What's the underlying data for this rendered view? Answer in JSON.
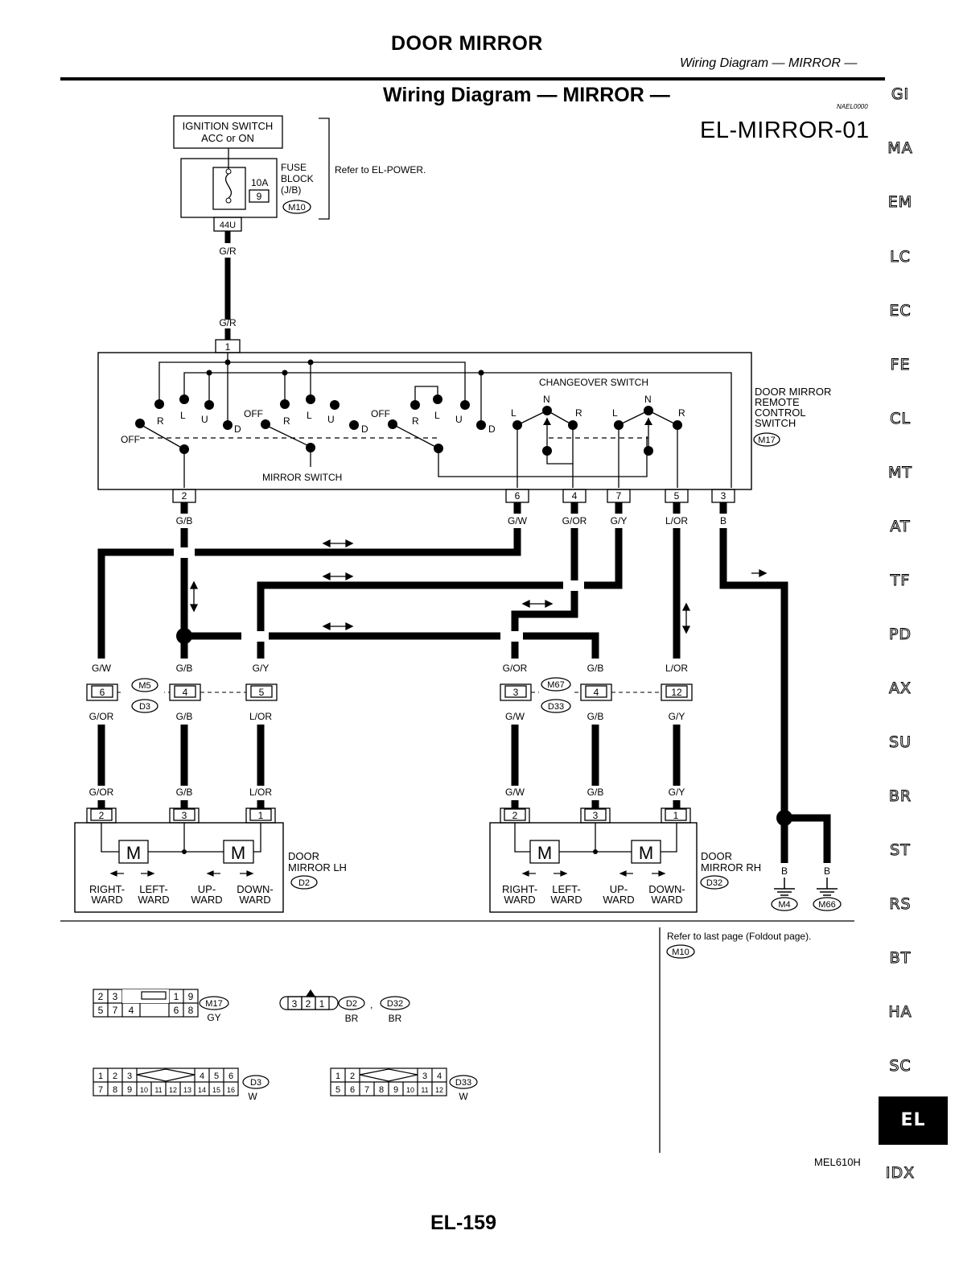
{
  "header": {
    "section_title": "DOOR MIRROR",
    "running_title": "Wiring Diagram — MIRROR —",
    "main_title": "Wiring Diagram — MIRROR —",
    "ref_code": "NAEL0000",
    "diagram_code": "EL-MIRROR-01"
  },
  "power": {
    "ignition_line1": "IGNITION SWITCH",
    "ignition_line2": "ACC or ON",
    "fuse_rating": "10A",
    "fuse_number": "9",
    "fuse_block_l1": "FUSE",
    "fuse_block_l2": "BLOCK",
    "fuse_block_l3": "(J/B)",
    "fuse_block_conn": "M10",
    "refer_text": "Refer to EL-POWER.",
    "terminal": "44U",
    "wire_top": "G/R",
    "wire_bottom": "G/R",
    "switch_pin": "1"
  },
  "control_switch": {
    "label_l1": "DOOR MIRROR",
    "label_l2": "REMOTE",
    "label_l3": "CONTROL",
    "label_l4": "SWITCH",
    "connector": "M17",
    "changeover_label": "CHANGEOVER SWITCH",
    "mirror_switch_label": "MIRROR SWITCH",
    "contact_off": "OFF",
    "contact_r": "R",
    "contact_l": "L",
    "contact_u": "U",
    "contact_d": "D",
    "contact_n": "N"
  },
  "switch_pins": [
    {
      "pin": "2",
      "wire": "G/B"
    },
    {
      "pin": "6",
      "wire": "G/W"
    },
    {
      "pin": "4",
      "wire": "G/OR"
    },
    {
      "pin": "7",
      "wire": "G/Y"
    },
    {
      "pin": "5",
      "wire": "L/OR"
    },
    {
      "pin": "3",
      "wire": "B"
    }
  ],
  "lh_side": {
    "connector_a": "M5",
    "connector_b": "D3",
    "wires_top": [
      "G/W",
      "G/B",
      "G/Y"
    ],
    "pins": [
      "6",
      "4",
      "5"
    ],
    "wires_bottom": [
      "G/OR",
      "G/B",
      "L/OR"
    ],
    "wires_motor": [
      "G/OR",
      "G/B",
      "L/OR"
    ],
    "motor_pins": [
      "2",
      "3",
      "1"
    ],
    "motor_symbol": "M",
    "label_l1": "DOOR",
    "label_l2": "MIRROR LH",
    "connector": "D2",
    "dir_labels": [
      "RIGHT-",
      "WARD",
      "LEFT-",
      "WARD",
      "UP-",
      "WARD",
      "DOWN-",
      "WARD"
    ]
  },
  "rh_side": {
    "connector_a": "M67",
    "connector_b": "D33",
    "wires_top": [
      "G/OR",
      "G/B",
      "L/OR"
    ],
    "pins": [
      "3",
      "4",
      "12"
    ],
    "wires_bottom": [
      "G/W",
      "G/B",
      "G/Y"
    ],
    "wires_motor": [
      "G/W",
      "G/B",
      "G/Y"
    ],
    "motor_pins": [
      "2",
      "3",
      "1"
    ],
    "motor_symbol": "M",
    "label_l1": "DOOR",
    "label_l2": "MIRROR RH",
    "connector": "D32",
    "dir_labels": [
      "RIGHT-",
      "WARD",
      "LEFT-",
      "WARD",
      "UP-",
      "WARD",
      "DOWN-",
      "WARD"
    ]
  },
  "ground": {
    "wire_a": "B",
    "wire_b": "B",
    "conn_a": "M4",
    "conn_b": "M66"
  },
  "refer_last": {
    "text": "Refer to last page (Foldout page).",
    "connector": "M10"
  },
  "connector_views": {
    "m17": {
      "top": [
        "2",
        "3",
        "1",
        "9"
      ],
      "bottom": [
        "5",
        "7",
        "4",
        "6",
        "8"
      ],
      "name": "M17",
      "color": "GY"
    },
    "d2": {
      "pins": [
        "3",
        "2",
        "1"
      ],
      "name_a": "D2",
      "sep": ",",
      "name_b": "D32",
      "color_a": "BR",
      "color_b": "BR"
    },
    "d3": {
      "top": [
        "1",
        "2",
        "3",
        "4",
        "5",
        "6"
      ],
      "bottom": [
        "7",
        "8",
        "9",
        "10",
        "11",
        "12",
        "13",
        "14",
        "15",
        "16"
      ],
      "name": "D3",
      "color": "W"
    },
    "d33": {
      "top": [
        "1",
        "2",
        "3",
        "4"
      ],
      "bottom": [
        "5",
        "6",
        "7",
        "8",
        "9",
        "10",
        "11",
        "12"
      ],
      "name": "D33",
      "color": "W"
    }
  },
  "side_tabs": [
    "GI",
    "MA",
    "EM",
    "LC",
    "EC",
    "FE",
    "CL",
    "MT",
    "AT",
    "TF",
    "PD",
    "AX",
    "SU",
    "BR",
    "ST",
    "RS",
    "BT",
    "HA",
    "SC",
    "EL",
    "IDX"
  ],
  "active_tab": "EL",
  "footer": {
    "figure_code": "MEL610H",
    "page": "EL-159"
  }
}
